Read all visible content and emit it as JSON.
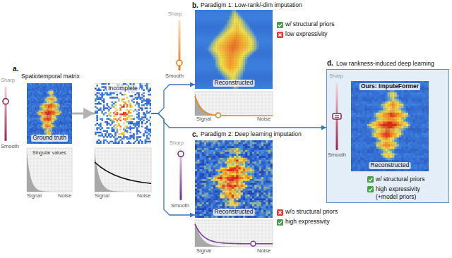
{
  "diagram": {
    "nodes": [
      {
        "text": [
          "Ground truth"
        ]
      },
      {
        "text": [
          "Incomplete"
        ]
      },
      {
        "text": [
          "Reconstructed"
        ]
      },
      {
        "text": [
          "Reconstructed"
        ]
      },
      {
        "text": [
          "d.",
          "Low rankness-induced deep learning"
        ]
      },
      {
        "text": [
          "Ours: ImputeFormer",
          "Reconstructed"
        ],
        "in": 4
      }
    ],
    "edges": [
      {
        "from": 0,
        "to": 1,
        "arrow": "to"
      },
      {
        "from": 1,
        "to": 2,
        "arrow": "to"
      },
      {
        "from": 1,
        "to": 3,
        "arrow": "to"
      },
      {
        "from": 1,
        "to": 4,
        "arrow": "to"
      }
    ],
    "labels": [
      "a.",
      "Spatiotemporal matrix",
      "Sharp",
      "Smooth",
      "Singular values",
      "Signal",
      "Noise",
      "Signal",
      "Noise",
      "b.",
      "Paradigm 1: Low-rank/-dim imputation",
      "Sharp",
      "Smooth",
      "Signal",
      "Noise",
      "w/ structural priors",
      "low expressivity",
      "c.",
      "Paradigm 2: Deep learning imputation",
      "Sharp",
      "Smooth",
      "Signal",
      "Noise",
      "w/o structural priors",
      "high expressivity",
      "Sharp",
      "Smooth",
      "w/ structural priors",
      "high expressivity",
      "(+model priors)"
    ]
  }
}
